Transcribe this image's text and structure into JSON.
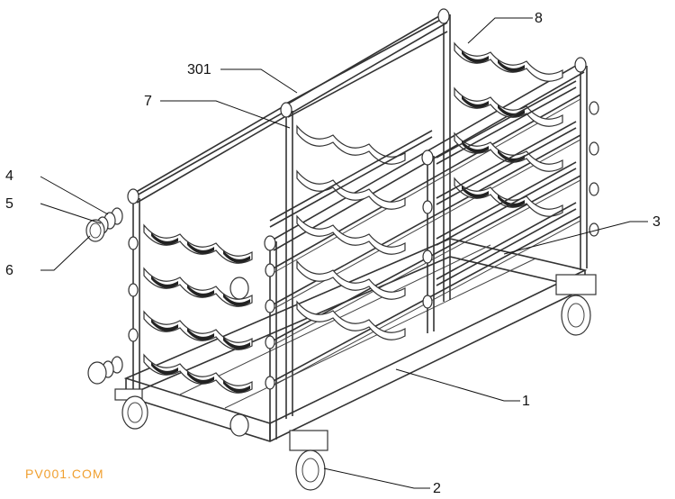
{
  "labels": {
    "l1": "1",
    "l2": "2",
    "l3": "3",
    "l4": "4",
    "l5": "5",
    "l6": "6",
    "l7": "7",
    "l8": "8",
    "l301": "301"
  },
  "watermark": "PV001.COM"
}
